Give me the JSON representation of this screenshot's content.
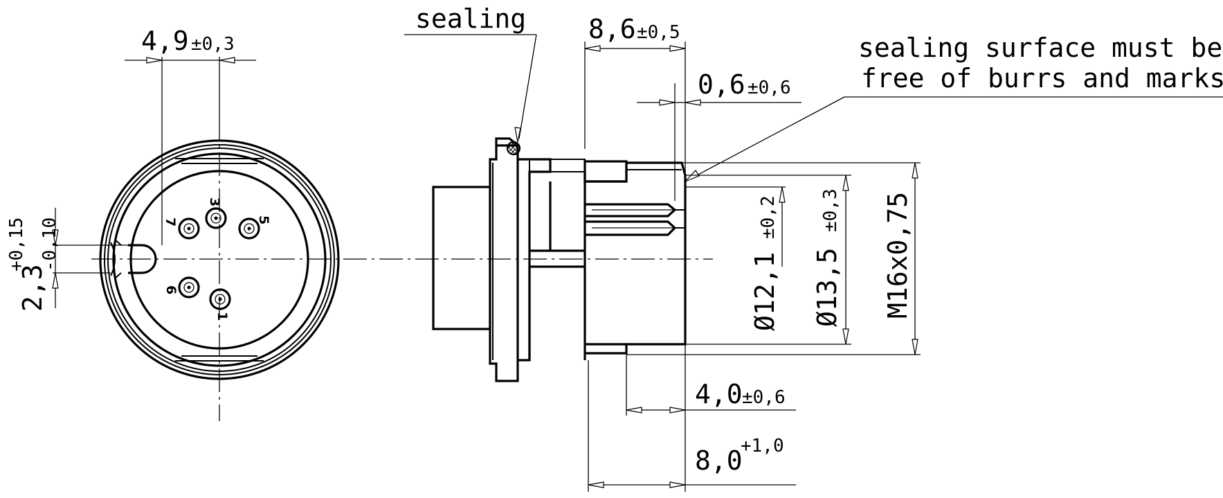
{
  "labels": {
    "sealing": "sealing",
    "note_line1": "sealing surface must be",
    "note_line2": "free of burrs and marks"
  },
  "dimensions": {
    "pin_offset": {
      "value": "4,9",
      "tol": "±0,3"
    },
    "key_width": {
      "value": "2,3",
      "tol_upper": "+0,15",
      "tol_lower": "-0,10"
    },
    "housing_length": {
      "value": "8,6",
      "tol": "±0,5"
    },
    "seal_offset": {
      "value": "0,6",
      "tol": "±0,6"
    },
    "pin_circle_dia": {
      "value": "Ø12,1",
      "tol": "±0,2"
    },
    "housing_dia": {
      "value": "Ø13,5",
      "tol": "±0,3"
    },
    "thread": {
      "value": "M16x0,75"
    },
    "thread_length": {
      "value": "4,0",
      "tol": "±0,6"
    },
    "total_length": {
      "value": "8,0",
      "tol": "+1,0"
    }
  },
  "pins": [
    {
      "number": "3"
    },
    {
      "number": "7"
    },
    {
      "number": "5"
    },
    {
      "number": "6"
    },
    {
      "number": "1"
    }
  ]
}
